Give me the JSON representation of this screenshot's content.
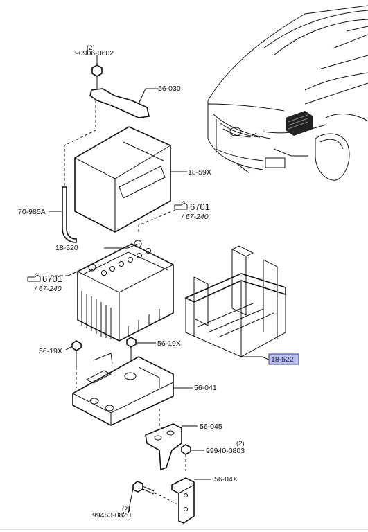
{
  "labels": {
    "p90906_0602": "90906-0602",
    "p90906_0602_qty": "(2)",
    "p56_030": "56-030",
    "p18_59X": "18-59X",
    "p70_985A": "70-985A",
    "ref6701_a_num": "6701",
    "ref6701_a_sub": "/ 67-240",
    "p18_520": "18-520",
    "ref6701_b_num": "6701",
    "ref6701_b_sub": "/ 67-240",
    "p56_19X_left": "56-19X",
    "p56_19X_right": "56-19X",
    "p18_522": "18-522",
    "p56_041": "56-041",
    "p56_045": "56-045",
    "p99940_0803": "99940-0803",
    "p99940_0803_qty": "(2)",
    "p56_04X": "56-04X",
    "p99463_0820": "99463-0820",
    "p99463_0820_qty": "(2)"
  },
  "colors": {
    "highlight_fill": "#b9bfe6",
    "highlight_border": "#3a3f8f",
    "line": "#111111"
  },
  "icons": {
    "reference": "pointing-hand-icon"
  }
}
